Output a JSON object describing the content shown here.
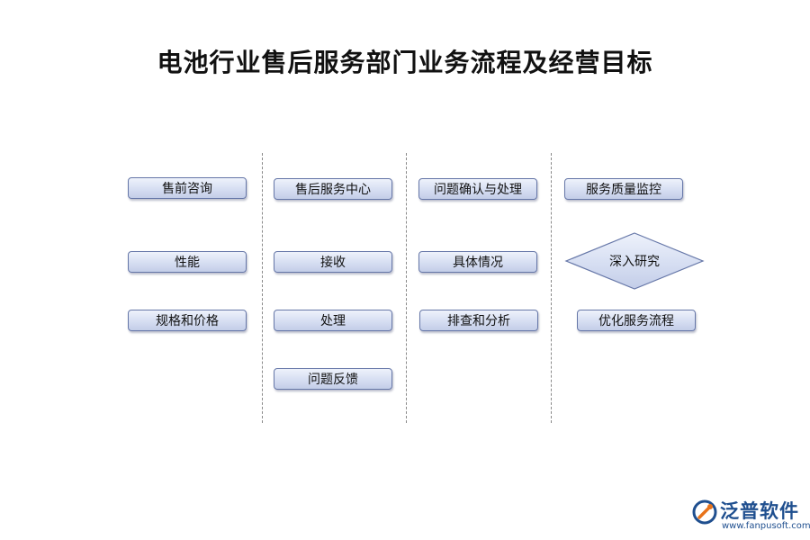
{
  "title": "电池行业售后服务部门业务流程及经营目标",
  "columns": [
    {
      "nodes": [
        "售前咨询",
        "性能",
        "规格和价格"
      ]
    },
    {
      "nodes": [
        "售后服务中心",
        "接收",
        "处理",
        "问题反馈"
      ]
    },
    {
      "nodes": [
        "问题确认与处理",
        "具体情况",
        "排查和分析"
      ]
    },
    {
      "nodes": [
        "服务质量监控",
        "深入研究",
        "优化服务流程"
      ]
    }
  ],
  "logo": {
    "name": "泛普软件",
    "url": "www.fanpusoft.com",
    "icon": "fanpu-logo-icon"
  },
  "colors": {
    "node_fill": "#d6def2",
    "node_border": "#6677a8",
    "divider": "#8a8a8a",
    "logo": "#1f4f8f"
  }
}
